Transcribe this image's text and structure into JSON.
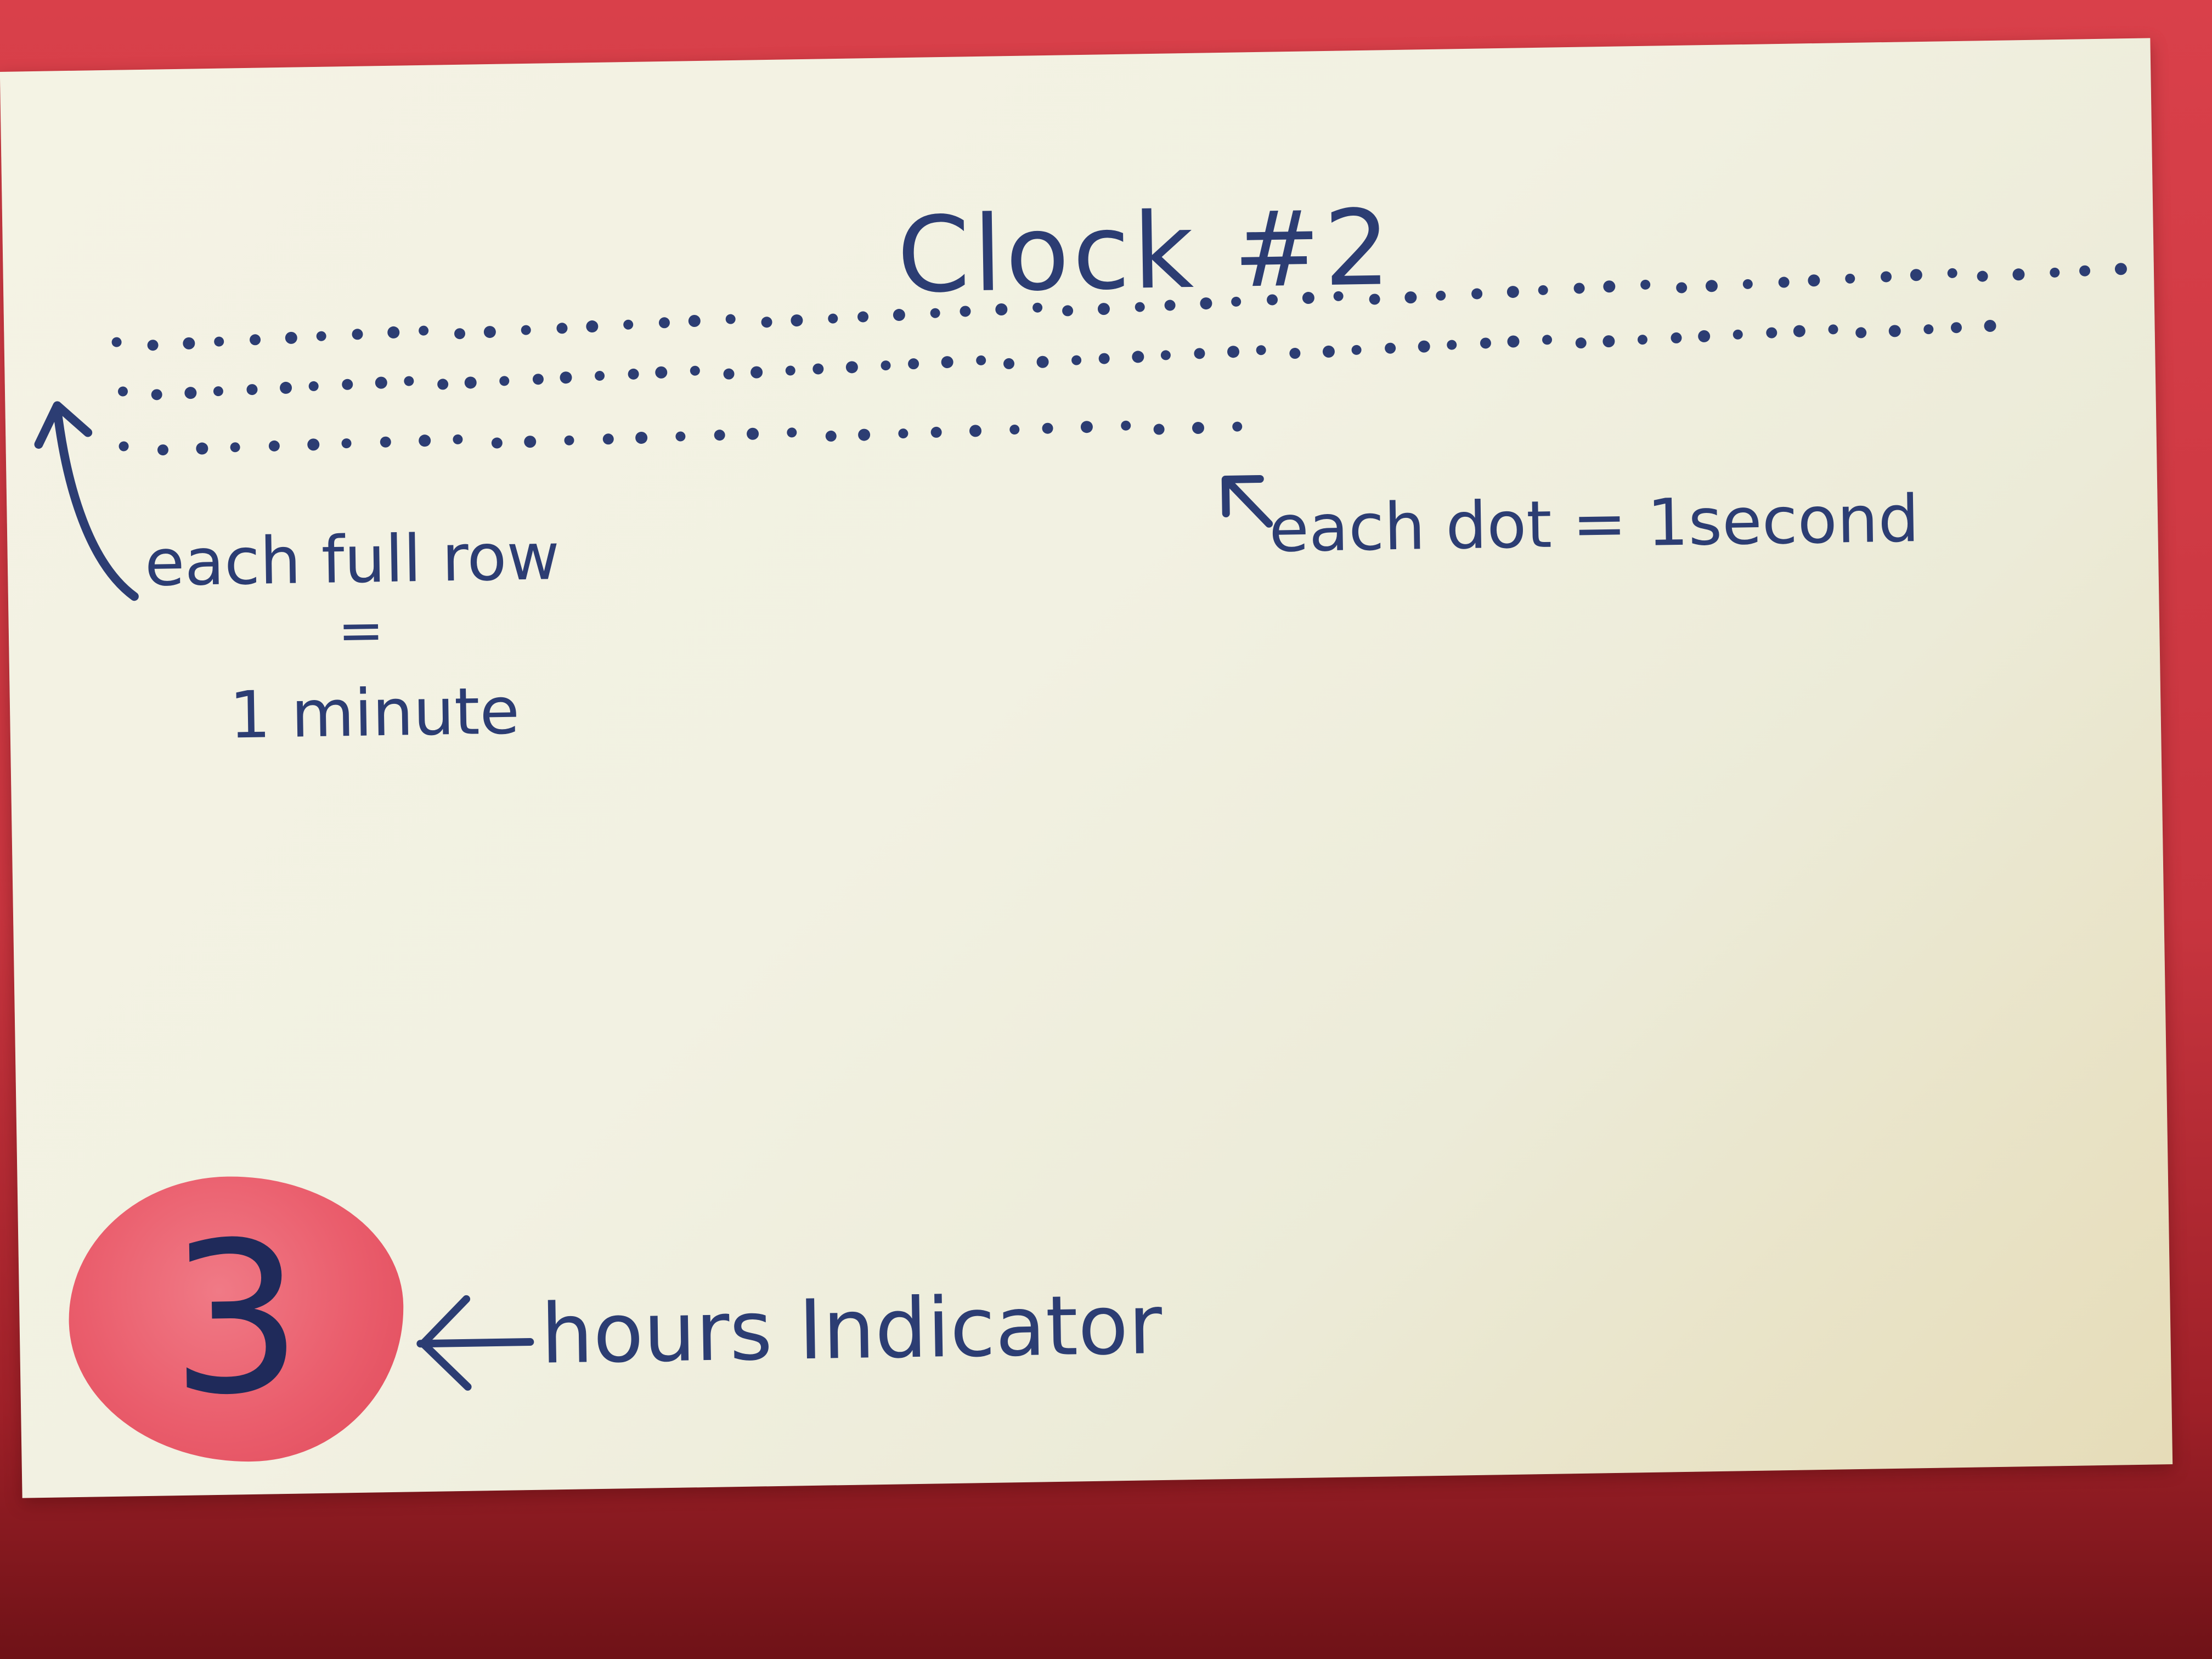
{
  "card": {
    "title": "Clock #2",
    "second_note": "each dot = 1second",
    "row_note_line1": "each full row",
    "row_note_eq": "=",
    "row_note_line2": "1 minute",
    "hours_note": "hours Indicator"
  },
  "hours_indicator": {
    "value": "3"
  },
  "colors": {
    "ink": "#2c3d73",
    "paper": "#f4f3e4",
    "hours_marker": "#ea5d6c",
    "background": "#d9404a"
  },
  "dot_rows": [
    {
      "dots": 60
    },
    {
      "dots": 60
    },
    {
      "dots": 31
    }
  ]
}
